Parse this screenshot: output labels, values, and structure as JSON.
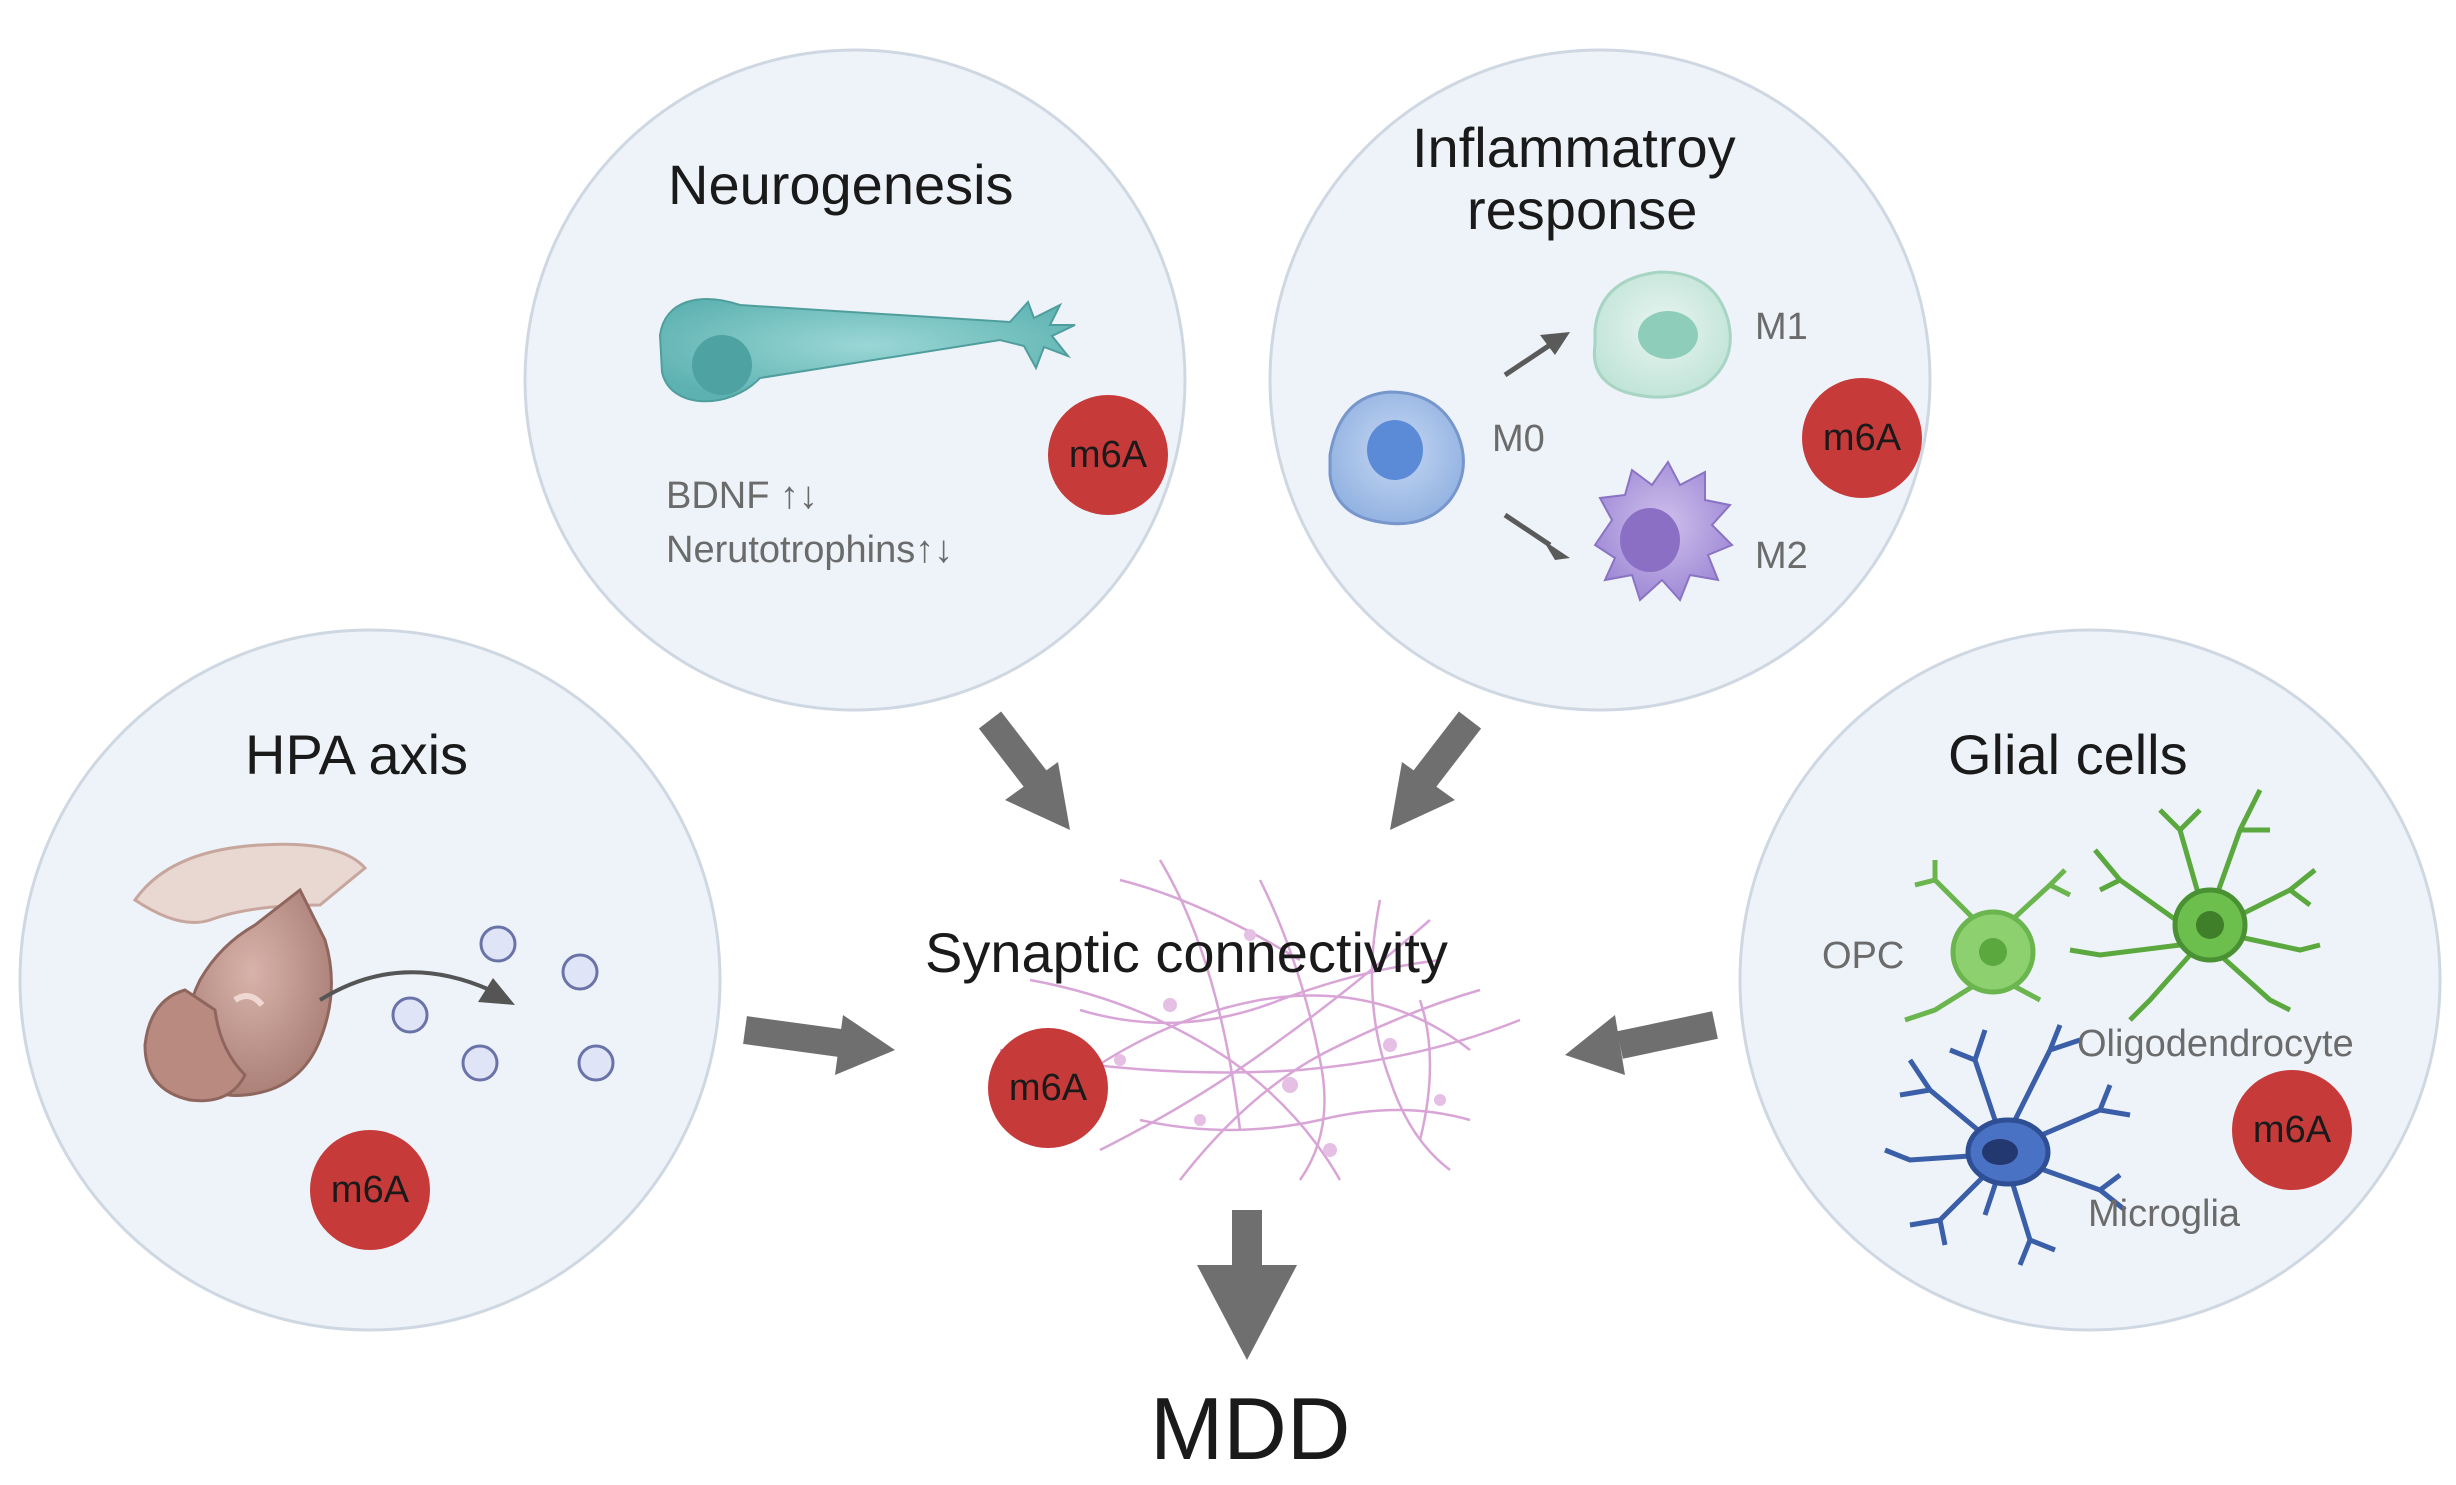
{
  "neurogenesis": {
    "title": "Neurogenesis",
    "line1": "BDNF ↑↓",
    "line2": "Nerutotrophins↑↓",
    "badge": "m6A"
  },
  "inflammatory": {
    "title_line1": "Inflammatroy",
    "title_line2": "response",
    "m0": "M0",
    "m1": "M1",
    "m2": "M2",
    "badge": "m6A"
  },
  "hpa": {
    "title": "HPA axis",
    "badge": "m6A"
  },
  "glial": {
    "title": "Glial cells",
    "opc": "OPC",
    "oligodendrocyte": "Oligodendrocyte",
    "microglia": "Microglia",
    "badge": "m6A"
  },
  "center": {
    "title": "Synaptic connectivity",
    "badge": "m6A"
  },
  "outcome": "MDD",
  "colors": {
    "panel_fill": "#edf3f9",
    "panel_stroke": "#cfd8e2",
    "badge": "#c73a3a",
    "arrow": "#6f6f6f",
    "neuron": "#7cc7c6",
    "network": "#d9a6d8",
    "oligodendrocyte": "#5aa83e",
    "microglia": "#3a5ea8"
  }
}
